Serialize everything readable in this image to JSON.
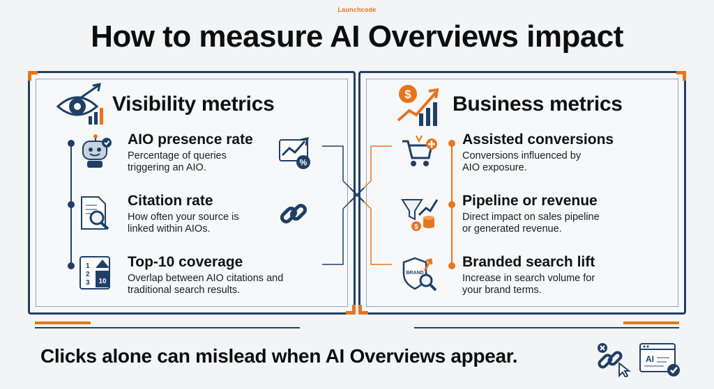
{
  "brand": "Launchcode",
  "title": "How to measure AI Overviews impact",
  "visibility": {
    "title": "Visibility metrics",
    "metrics": [
      {
        "title": "AIO presence rate",
        "desc_line1": "Percentage of queries",
        "desc_line2": "triggering an AIO."
      },
      {
        "title": "Citation rate",
        "desc_line1": "How often your source is",
        "desc_line2": "linked within AIOs."
      },
      {
        "title": "Top-10 coverage",
        "desc_line1": "Overlap between AIO citations and",
        "desc_line2": "traditional search results."
      }
    ],
    "icon_numbers": [
      "1",
      "2",
      "3",
      "10"
    ]
  },
  "business": {
    "title": "Business metrics",
    "metrics": [
      {
        "title": "Assisted conversions",
        "desc_line1": "Conversions influenced by",
        "desc_line2": "AIO exposure."
      },
      {
        "title": "Pipeline or revenue",
        "desc_line1": "Direct impact on sales pipeline",
        "desc_line2": "or generated revenue."
      },
      {
        "title": "Branded search lift",
        "desc_line1": "Increase in search volume for",
        "desc_line2": "your brand terms."
      }
    ],
    "brand_badge": "BRAND",
    "percent_badge": "%"
  },
  "footer": {
    "text": "Clicks alone can mislead when AI Overviews appear.",
    "ai_label": "AI"
  },
  "colors": {
    "navy": "#1f3f66",
    "orange": "#e8741c",
    "text": "#111111"
  }
}
